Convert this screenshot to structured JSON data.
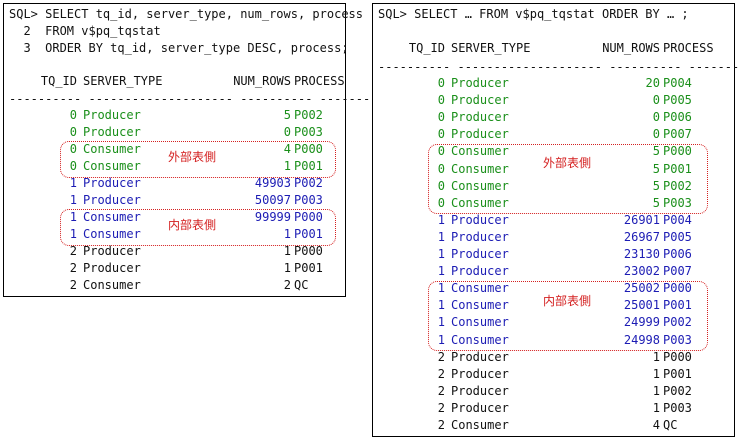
{
  "colors": {
    "producer_green": "#1a8f1a",
    "consumer_blue": "#1c1cb4",
    "default_black": "#111111",
    "highlight_red": "#d42020"
  },
  "left": {
    "sql_lines": [
      "SQL> SELECT tq_id, server_type, num_rows, process",
      "  2  FROM v$pq_tqstat",
      "  3  ORDER BY tq_id, server_type DESC, process;"
    ],
    "headers": [
      "TQ_ID",
      "SERVER_TYPE",
      "NUM_ROWS",
      "PROCESS"
    ],
    "separator": "---------- -------------------- ---------- --------",
    "rows": [
      {
        "tq": "0",
        "type": "Producer",
        "num": "5",
        "proc": "P002",
        "color": "green"
      },
      {
        "tq": "0",
        "type": "Producer",
        "num": "0",
        "proc": "P003",
        "color": "green"
      },
      {
        "tq": "0",
        "type": "Consumer",
        "num": "4",
        "proc": "P000",
        "color": "green"
      },
      {
        "tq": "0",
        "type": "Consumer",
        "num": "1",
        "proc": "P001",
        "color": "green"
      },
      {
        "tq": "1",
        "type": "Producer",
        "num": "49903",
        "proc": "P002",
        "color": "blue"
      },
      {
        "tq": "1",
        "type": "Producer",
        "num": "50097",
        "proc": "P003",
        "color": "blue"
      },
      {
        "tq": "1",
        "type": "Consumer",
        "num": "99999",
        "proc": "P000",
        "color": "blue"
      },
      {
        "tq": "1",
        "type": "Consumer",
        "num": "1",
        "proc": "P001",
        "color": "blue"
      },
      {
        "tq": "2",
        "type": "Producer",
        "num": "1",
        "proc": "P000",
        "color": "black"
      },
      {
        "tq": "2",
        "type": "Producer",
        "num": "1",
        "proc": "P001",
        "color": "black"
      },
      {
        "tq": "2",
        "type": "Consumer",
        "num": "2",
        "proc": "QC",
        "color": "black"
      }
    ],
    "annotations": [
      "外部表側",
      "内部表側"
    ]
  },
  "right": {
    "sql_lines": [
      "SQL> SELECT … FROM v$pq_tqstat ORDER BY … ;"
    ],
    "headers": [
      "TQ_ID",
      "SERVER_TYPE",
      "NUM_ROWS",
      "PROCESS"
    ],
    "separator": "---------- -------------------- ---------- --------",
    "rows": [
      {
        "tq": "0",
        "type": "Producer",
        "num": "20",
        "proc": "P004",
        "color": "green"
      },
      {
        "tq": "0",
        "type": "Producer",
        "num": "0",
        "proc": "P005",
        "color": "green"
      },
      {
        "tq": "0",
        "type": "Producer",
        "num": "0",
        "proc": "P006",
        "color": "green"
      },
      {
        "tq": "0",
        "type": "Producer",
        "num": "0",
        "proc": "P007",
        "color": "green"
      },
      {
        "tq": "0",
        "type": "Consumer",
        "num": "5",
        "proc": "P000",
        "color": "green"
      },
      {
        "tq": "0",
        "type": "Consumer",
        "num": "5",
        "proc": "P001",
        "color": "green"
      },
      {
        "tq": "0",
        "type": "Consumer",
        "num": "5",
        "proc": "P002",
        "color": "green"
      },
      {
        "tq": "0",
        "type": "Consumer",
        "num": "5",
        "proc": "P003",
        "color": "green"
      },
      {
        "tq": "1",
        "type": "Producer",
        "num": "26901",
        "proc": "P004",
        "color": "blue"
      },
      {
        "tq": "1",
        "type": "Producer",
        "num": "26967",
        "proc": "P005",
        "color": "blue"
      },
      {
        "tq": "1",
        "type": "Producer",
        "num": "23130",
        "proc": "P006",
        "color": "blue"
      },
      {
        "tq": "1",
        "type": "Producer",
        "num": "23002",
        "proc": "P007",
        "color": "blue"
      },
      {
        "tq": "1",
        "type": "Consumer",
        "num": "25002",
        "proc": "P000",
        "color": "blue"
      },
      {
        "tq": "1",
        "type": "Consumer",
        "num": "25001",
        "proc": "P001",
        "color": "blue"
      },
      {
        "tq": "1",
        "type": "Consumer",
        "num": "24999",
        "proc": "P002",
        "color": "blue"
      },
      {
        "tq": "1",
        "type": "Consumer",
        "num": "24998",
        "proc": "P003",
        "color": "blue"
      },
      {
        "tq": "2",
        "type": "Producer",
        "num": "1",
        "proc": "P000",
        "color": "black"
      },
      {
        "tq": "2",
        "type": "Producer",
        "num": "1",
        "proc": "P001",
        "color": "black"
      },
      {
        "tq": "2",
        "type": "Producer",
        "num": "1",
        "proc": "P002",
        "color": "black"
      },
      {
        "tq": "2",
        "type": "Producer",
        "num": "1",
        "proc": "P003",
        "color": "black"
      },
      {
        "tq": "2",
        "type": "Consumer",
        "num": "4",
        "proc": "QC",
        "color": "black"
      }
    ],
    "annotations": [
      "外部表側",
      "内部表側"
    ]
  }
}
